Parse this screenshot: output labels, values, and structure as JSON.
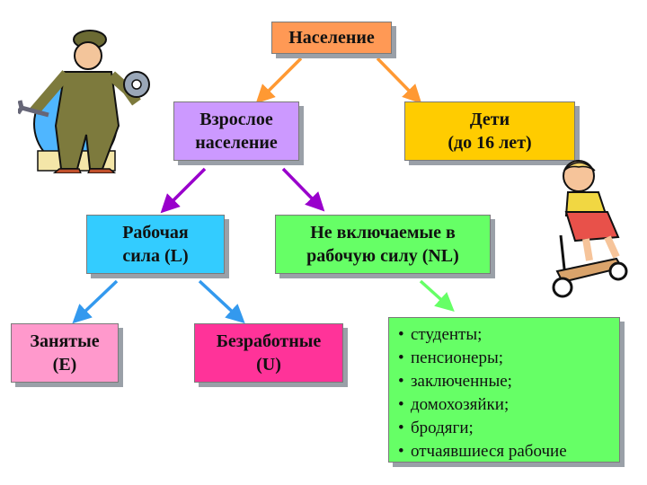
{
  "nodes": {
    "population": {
      "line1": "Население",
      "color": "#ff9955"
    },
    "adults": {
      "line1": "Взрослое",
      "line2": "население",
      "color": "#cc99ff"
    },
    "children": {
      "line1": "Дети",
      "line2": "(до 16 лет)",
      "color": "#ffcc00"
    },
    "labor_force": {
      "line1": "Рабочая",
      "line2": "сила (L)",
      "color": "#33ccff"
    },
    "not_included": {
      "line1": "Не включаемые в",
      "line2": "рабочую силу (NL)",
      "color": "#66ff66"
    },
    "employed": {
      "line1": "Занятые",
      "line2": "(E)",
      "color": "#ff99cc"
    },
    "unemployed": {
      "line1": "Безработные",
      "line2": "(U)",
      "color": "#ff3399"
    }
  },
  "not_included_list": {
    "items": [
      "студенты;",
      "пенсионеры;",
      "заключенные;",
      "домохозяйки;",
      "бродяги;",
      "отчаявшиеся рабочие"
    ]
  },
  "arrow_colors": {
    "orange": "#ff9933",
    "purple": "#9900cc",
    "blue": "#3399ee",
    "green": "#66ff66"
  }
}
